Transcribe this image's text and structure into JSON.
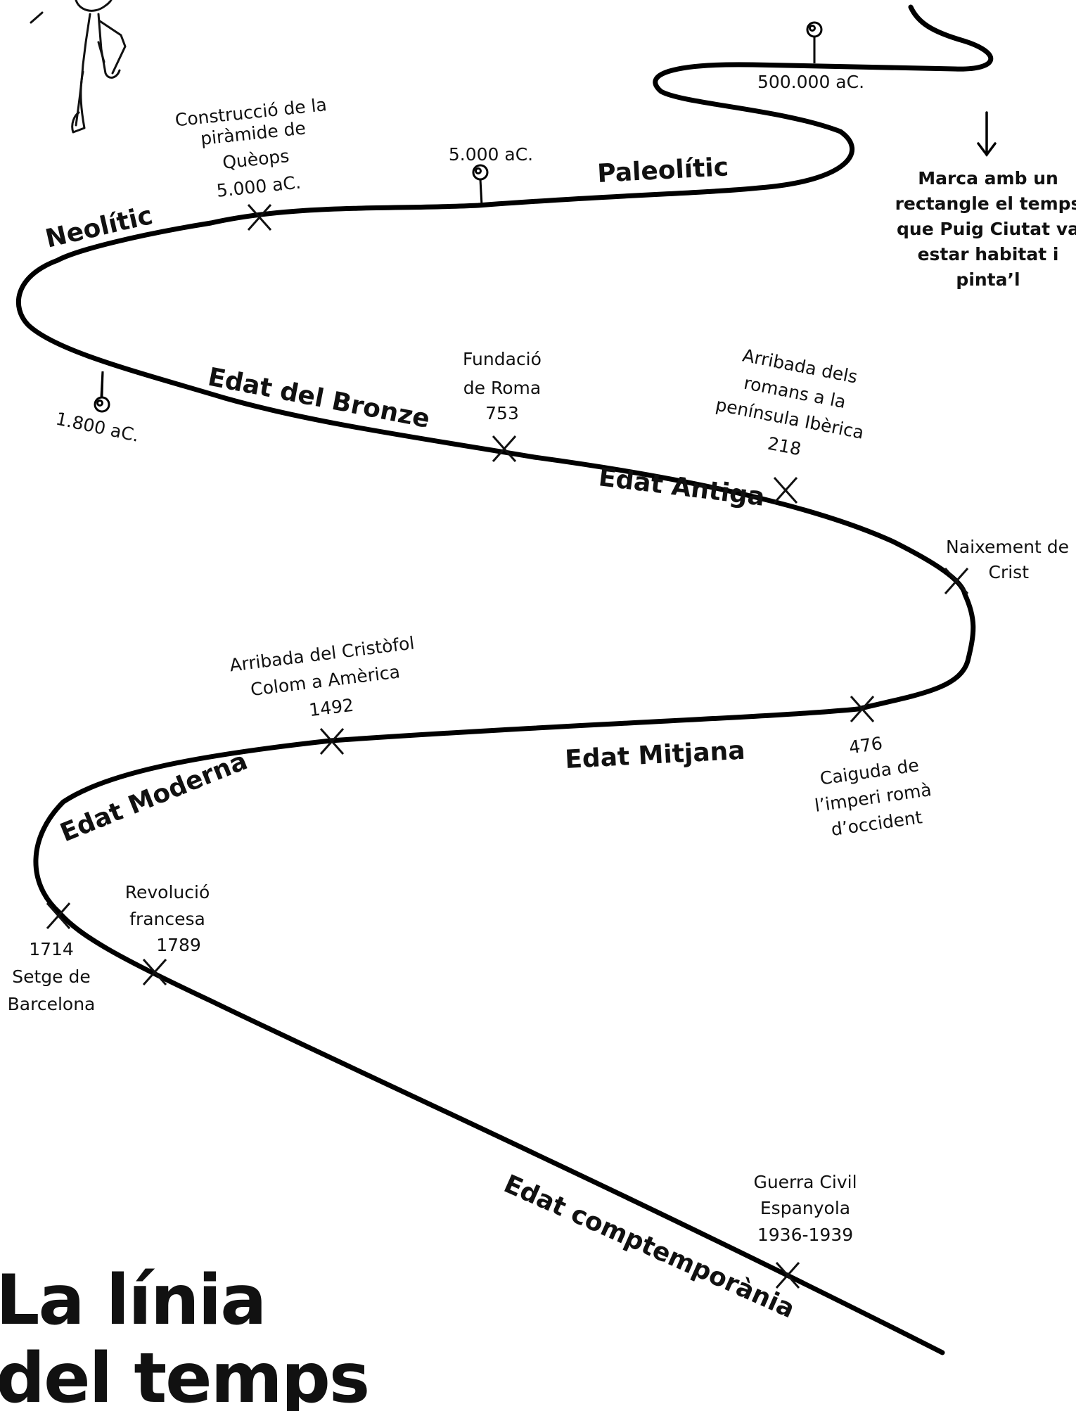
{
  "title": {
    "line1": "La línia",
    "line2": "del temps"
  },
  "instruction": {
    "lines": [
      "Marca amb un",
      "rectangle el temps",
      "que Puig Ciutat va",
      "estar habitat i",
      "pinta’l"
    ]
  },
  "pins": {
    "p500000": "500.000 aC.",
    "p5000": "5.000 aC.",
    "p1800": "1.800 aC."
  },
  "eras": {
    "paleolitic": "Paleolític",
    "neolitic": "Neolític",
    "bronze": "Edat del Bronze",
    "antiga": "Edat Antiga",
    "mitjana": "Edat Mitjana",
    "moderna": "Edat Moderna",
    "contemporania": "Edat comptemporània"
  },
  "events": {
    "queops": [
      "Construcció de la",
      "piràmide de",
      "Quèops",
      "5.000 aC."
    ],
    "roma": [
      "Fundació",
      "de Roma",
      "753"
    ],
    "romans": [
      "Arribada dels",
      "romans a la",
      "península Ibèrica",
      "218"
    ],
    "crist": [
      "Naixement de",
      "Crist"
    ],
    "caiguda": [
      "476",
      "Caiguda de",
      "l’imperi romà",
      "d’occident"
    ],
    "colom": [
      "Arribada del Cristòfol",
      "Colom a Amèrica",
      "1492"
    ],
    "revolucio": [
      "Revolució",
      "francesa",
      "1789"
    ],
    "setge": [
      "1714",
      "Setge de",
      "Barcelona"
    ],
    "guerra": [
      "Guerra Civil",
      "Espanyola",
      "1936-1939"
    ]
  }
}
